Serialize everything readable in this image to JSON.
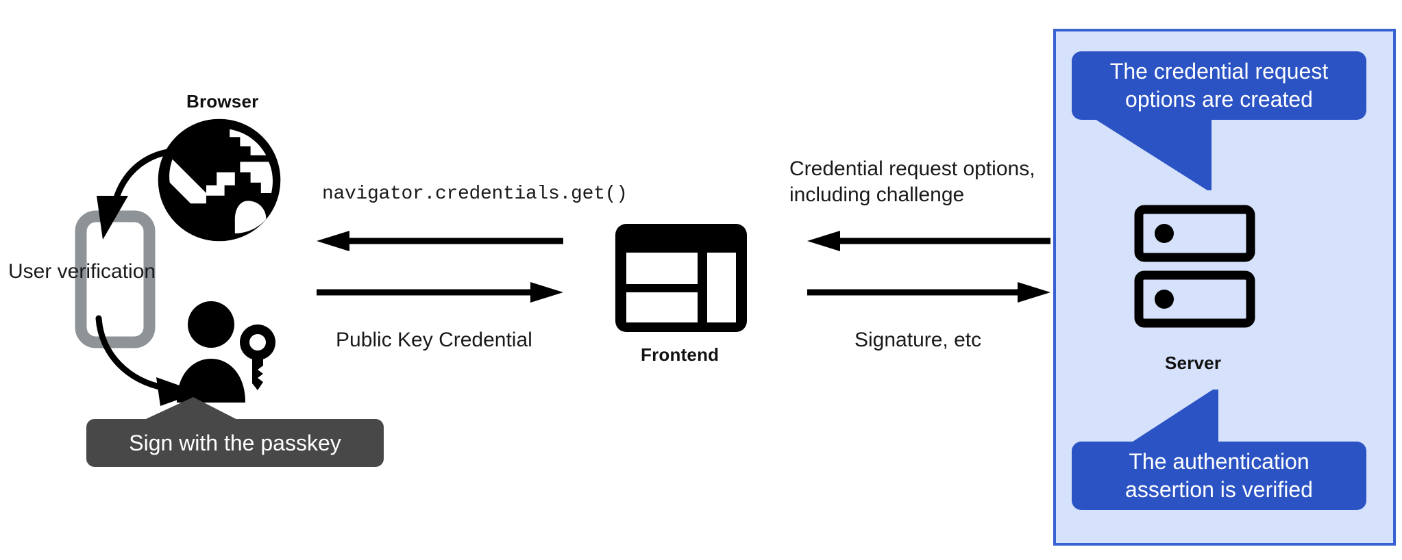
{
  "diagram": {
    "title": "WebAuthn passkey authentication flow",
    "colors": {
      "panel_bg": "#d6e2fb",
      "panel_border": "#3862d2",
      "callout_blue": "#2b53c4",
      "callout_dark": "#484848",
      "ink": "#111111",
      "device_gray": "#8e9397"
    }
  },
  "left": {
    "browser_label": "Browser",
    "user_verification_label": "User verification",
    "passkey_callout": "Sign with the passkey",
    "icons": {
      "browser": "globe-icon",
      "device": "mobile-phone-icon",
      "user": "person-with-key-icon"
    }
  },
  "center": {
    "frontend_label": "Frontend",
    "arrow_top_label": "navigator.credentials.get()",
    "arrow_bottom_label": "Public Key Credential",
    "icons": {
      "frontend": "browser-window-icon"
    }
  },
  "right": {
    "server_label": "Server",
    "arrow_top_label_line1": "Credential request options,",
    "arrow_top_label_line2": "including challenge",
    "arrow_bottom_label": "Signature, etc",
    "callout_top_line1": "The credential request",
    "callout_top_line2": "options are created",
    "callout_bottom_line1": "The authentication",
    "callout_bottom_line2": "assertion is verified",
    "icons": {
      "server": "server-rack-icon"
    }
  }
}
